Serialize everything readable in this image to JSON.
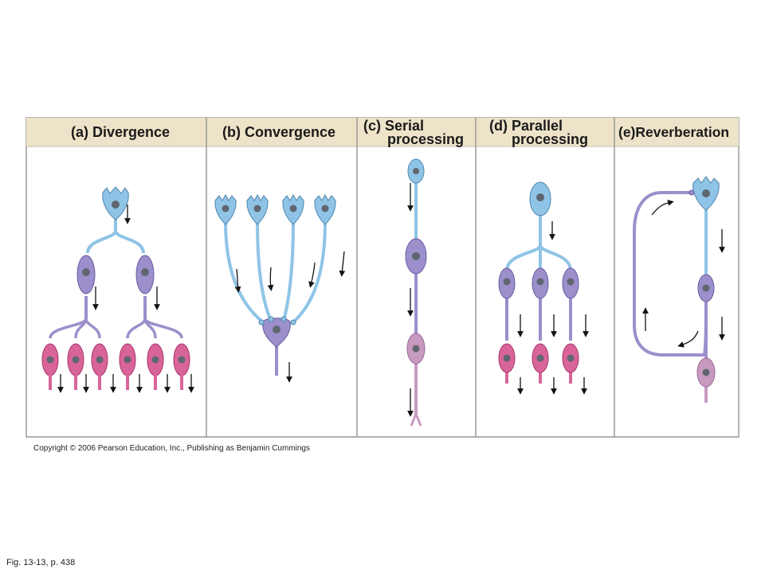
{
  "panels": {
    "a": {
      "label": "(a) Divergence"
    },
    "b": {
      "label": "(b) Convergence"
    },
    "c": {
      "line1": "(c) Serial",
      "line2": "processing"
    },
    "d": {
      "line1": "(d) Parallel",
      "line2": "processing"
    },
    "e": {
      "label": "(e)Reverberation"
    }
  },
  "copyright": "Copyright © 2006 Pearson Education, Inc., Publishing as Benjamin Cummings",
  "figure_ref": "Fig. 13-13, p. 438",
  "colors": {
    "header_band": "#ede3c9",
    "panel_border": "#9a9a9a",
    "neuron_blue": "#8fc4e6",
    "neuron_purple": "#9c8fcc",
    "neuron_pink": "#d9649a",
    "neuron_light_pink": "#c89ac0",
    "nucleus": "#5f6670"
  }
}
